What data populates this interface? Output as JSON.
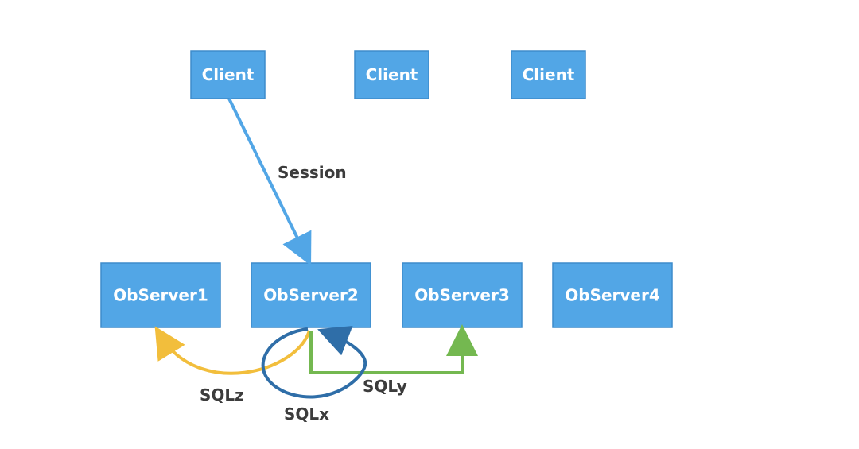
{
  "clients": [
    "Client",
    "Client",
    "Client"
  ],
  "servers": [
    "ObServer1",
    "ObServer2",
    "ObServer3",
    "ObServer4"
  ],
  "labels": {
    "session": "Session",
    "sqlz": "SQLz",
    "sqlx": "SQLx",
    "sqly": "SQLy"
  },
  "colors": {
    "box_fill": "#52a6e6",
    "box_border": "#3d8ccc",
    "session_arrow": "#52a6e6",
    "sqlz_arrow": "#f2be3c",
    "sqlx_arrow": "#2f6ea8",
    "sqly_arrow": "#74b850"
  }
}
